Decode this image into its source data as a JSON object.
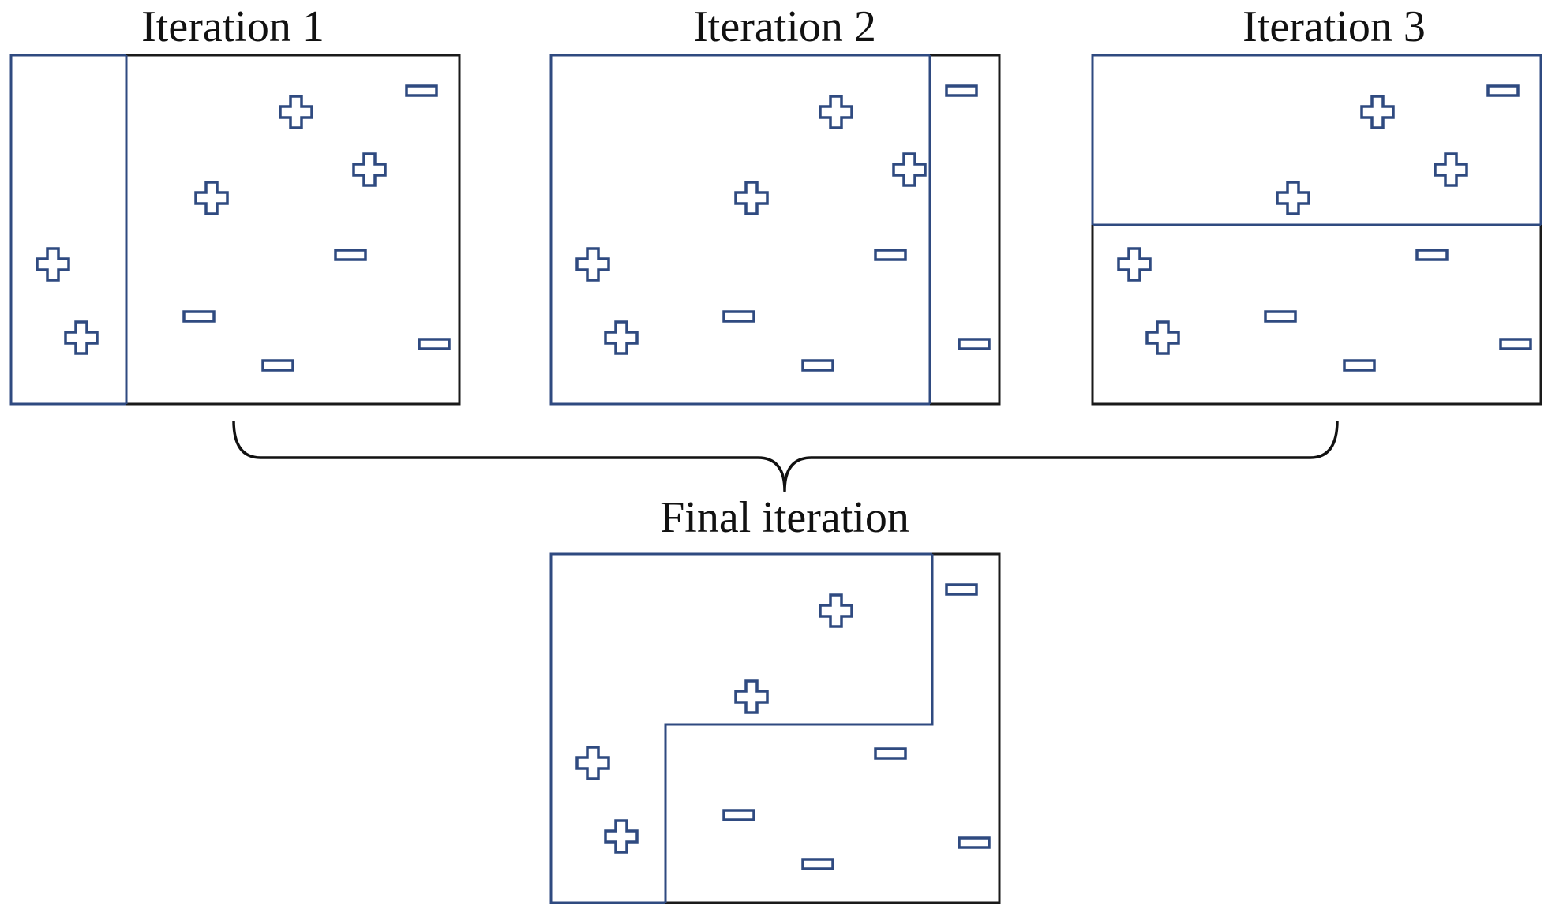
{
  "diagram": {
    "mark_color": "#2f4a80",
    "frame_color": "#1a1a1a",
    "panels": [
      {
        "id": "iteration-1",
        "title": "Iteration 1"
      },
      {
        "id": "iteration-2",
        "title": "Iteration 2"
      },
      {
        "id": "iteration-3",
        "title": "Iteration 3"
      },
      {
        "id": "final-iteration",
        "title": "Final iteration"
      }
    ],
    "legend_symbols": {
      "positive": "plus-sign-icon",
      "negative": "minus-sign-icon"
    }
  }
}
